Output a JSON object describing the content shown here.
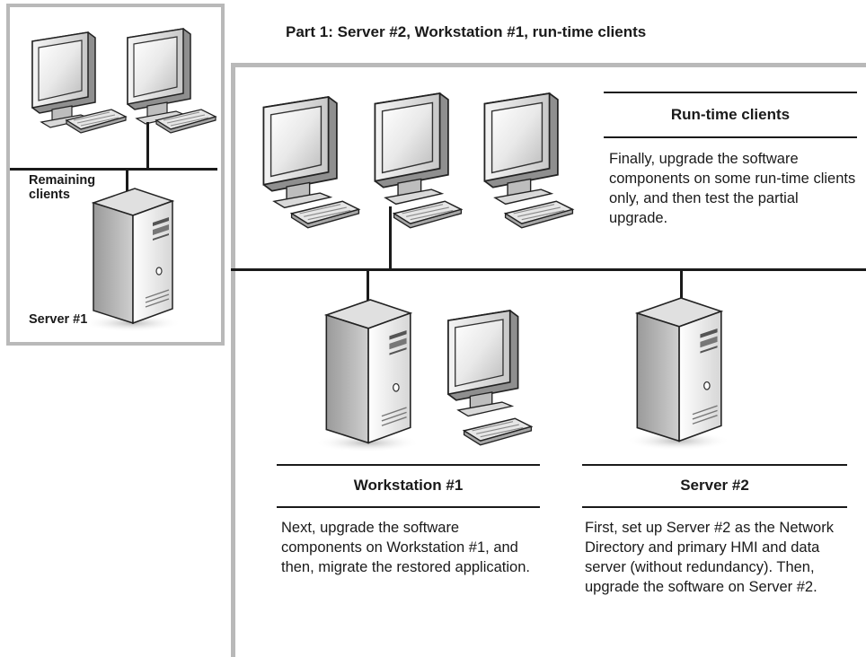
{
  "part_title": "Part 1: Server #2, Workstation #1, run-time clients",
  "left_panel": {
    "remaining_clients_label": "Remaining\nclients",
    "server1_label": "Server #1"
  },
  "runtime_clients": {
    "title": "Run-time clients",
    "text": "Finally, upgrade the software components on some run-time clients only, and then test the partial upgrade."
  },
  "workstation1": {
    "title": "Workstation #1",
    "text": "Next, upgrade the software components on Workstation #1, and then, migrate the restored application."
  },
  "server2": {
    "title": "Server #2",
    "text": "First, set up Server #2 as the Network Directory and primary HMI and data server (without redundancy). Then, upgrade the software on Server #2."
  },
  "icons": [
    "monitor-icon",
    "keyboard-icon",
    "server-tower-icon"
  ],
  "colors": {
    "frame": "#b9b9b9",
    "line": "#1a1a1a"
  }
}
